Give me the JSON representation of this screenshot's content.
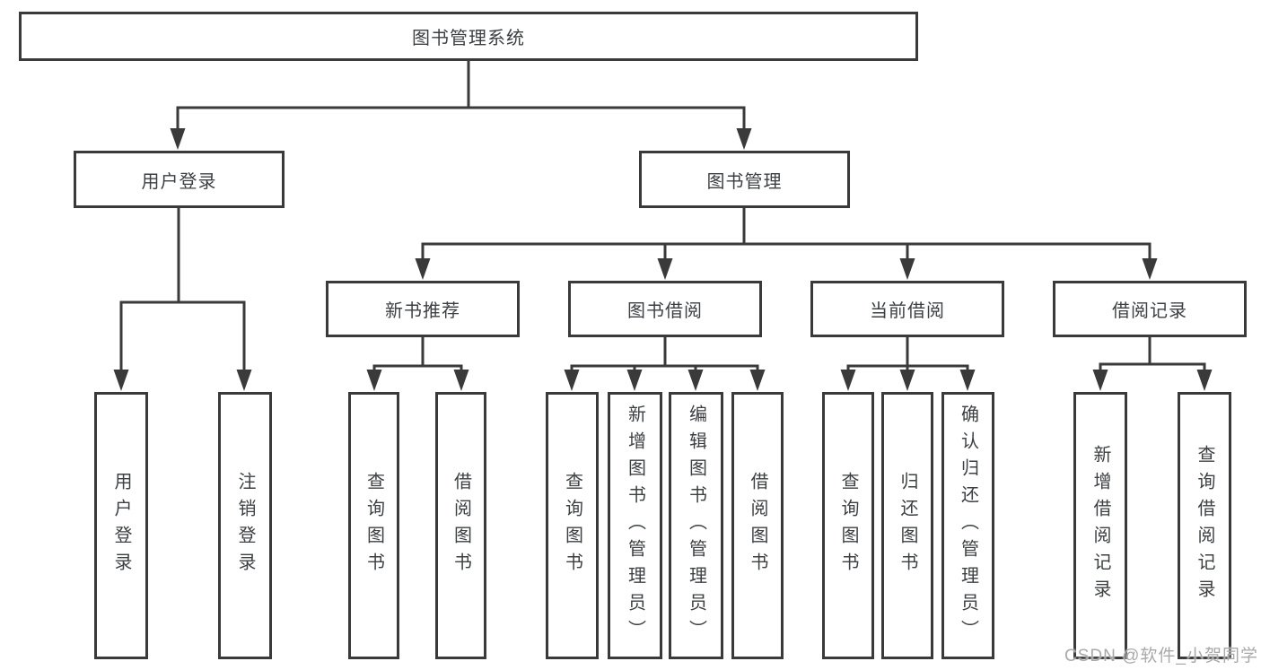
{
  "diagram": {
    "type": "tree",
    "root": {
      "label": "图书管理系统"
    },
    "branches": [
      {
        "label": "用户登录",
        "leaves": [
          {
            "label": "用户登录"
          },
          {
            "label": "注销登录"
          }
        ]
      },
      {
        "label": "图书管理",
        "groups": [
          {
            "label": "新书推荐",
            "leaves": [
              {
                "label": "查询图书"
              },
              {
                "label": "借阅图书"
              }
            ]
          },
          {
            "label": "图书借阅",
            "leaves": [
              {
                "label": "查询图书"
              },
              {
                "label": "新增图书（管理员）"
              },
              {
                "label": "编辑图书（管理员）"
              },
              {
                "label": "借阅图书"
              }
            ]
          },
          {
            "label": "当前借阅",
            "leaves": [
              {
                "label": "查询图书"
              },
              {
                "label": "归还图书"
              },
              {
                "label": "确认归还（管理员）"
              }
            ]
          },
          {
            "label": "借阅记录",
            "leaves": [
              {
                "label": "新增借阅记录"
              },
              {
                "label": "查询借阅记录"
              }
            ]
          }
        ]
      }
    ]
  },
  "watermark": {
    "text": "CSDN @软件_小贺同学"
  },
  "colors": {
    "line": "#3a3a3a",
    "text": "#3d4043",
    "background": "#ffffff",
    "watermark": "#a9a9a9"
  }
}
